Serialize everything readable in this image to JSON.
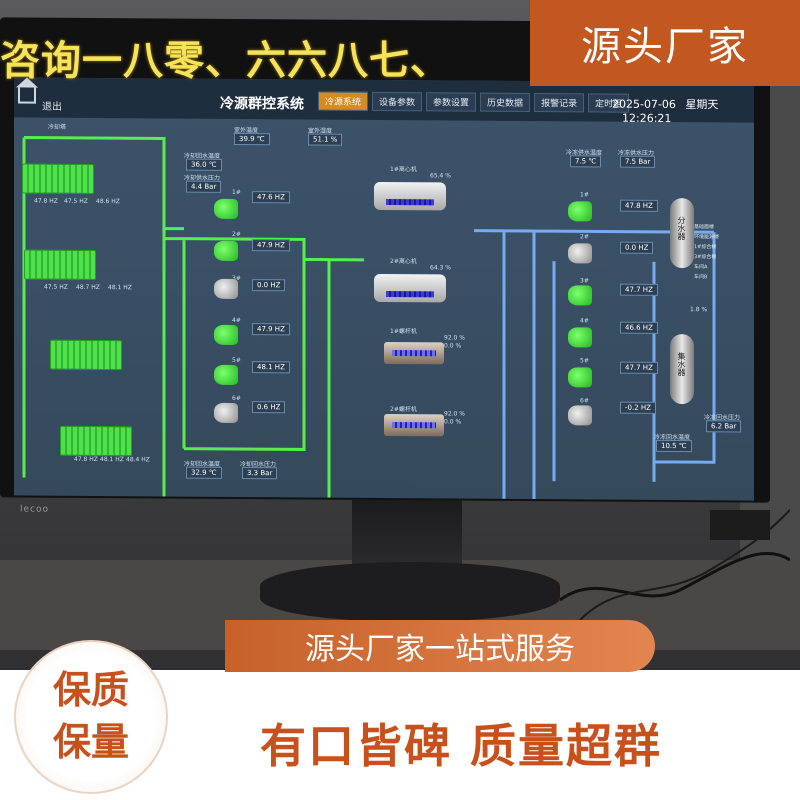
{
  "overlay": {
    "top_text": "咨询一八零、六六八七、",
    "brand_box": "源头厂家",
    "mid_banner": "源头厂家一站式服务",
    "badge_line1": "保质",
    "badge_line2": "保量",
    "slogan": "有口皆碑  质量超群"
  },
  "monitor": {
    "brand": "lecoo"
  },
  "hmi": {
    "exit": "退出",
    "title": "冷源群控系统",
    "tabs": [
      {
        "label": "冷源系统"
      },
      {
        "label": "设备参数"
      },
      {
        "label": "参数设置"
      },
      {
        "label": "历史数据"
      },
      {
        "label": "报警记录"
      },
      {
        "label": "定时组"
      }
    ],
    "date": "2025-07-06",
    "weekday": "星期天",
    "time": "12:26:21",
    "cooling_tower_label": "冷却塔",
    "top_values": {
      "outdoor_temp_label": "室外温度",
      "outdoor_temp": "39.9 ℃",
      "humidity_label": "室外湿度",
      "humidity": "51.1 %"
    },
    "left_params": [
      {
        "label": "冷却回水温度",
        "value": "36.0 ℃"
      },
      {
        "label": "冷却供水压力",
        "value": "4.4 Bar"
      }
    ],
    "bottom_params": [
      {
        "label": "冷却回水温度",
        "value": "32.9 ℃"
      },
      {
        "label": "冷却回水压力",
        "value": "3.3 Bar"
      }
    ],
    "right_params": [
      {
        "label": "冷冻供水温度",
        "value": "7.5 ℃"
      },
      {
        "label": "冷冻供水压力",
        "value": "7.5 Bar"
      }
    ],
    "right_bottom_params": [
      {
        "label": "冷冻回水压力",
        "value": "6.2 Bar"
      },
      {
        "label": "冷冻回水温度",
        "value": "10.5 ℃"
      }
    ],
    "cooling_pumps": [
      {
        "name": "1#",
        "hz": "47.6 HZ"
      },
      {
        "name": "2#",
        "hz": "47.9 HZ"
      },
      {
        "name": "3#",
        "hz": "0.0 HZ"
      },
      {
        "name": "4#",
        "hz": "47.9 HZ"
      },
      {
        "name": "5#",
        "hz": "48.1 HZ"
      },
      {
        "name": "6#",
        "hz": "0.6 HZ"
      }
    ],
    "chilled_pumps": [
      {
        "name": "1#",
        "hz": "47.8 HZ"
      },
      {
        "name": "2#",
        "hz": "0.0 HZ"
      },
      {
        "name": "3#",
        "hz": "47.7 HZ"
      },
      {
        "name": "4#",
        "hz": "46.6 HZ"
      },
      {
        "name": "5#",
        "hz": "47.7 HZ"
      },
      {
        "name": "6#",
        "hz": "-0.2 HZ"
      }
    ],
    "chillers": [
      {
        "name": "1#离心机",
        "pct": "65.4 %"
      },
      {
        "name": "2#离心机",
        "pct": "64.3 %"
      },
      {
        "name": "1#螺杆机",
        "pct": "92.0 %",
        "pct2": "0.0 %"
      },
      {
        "name": "2#螺杆机",
        "pct": "92.0 %",
        "pct2": "0.0 %"
      }
    ],
    "tower_hz": [
      [
        "47.8 HZ",
        "47.5 HZ",
        "48.6 HZ"
      ],
      [
        "47.5 HZ",
        "48.7 HZ",
        "48.1 HZ"
      ]
    ],
    "tower_hz_bottom": [
      "47.8 HZ",
      "48.1 HZ",
      "48.4 HZ"
    ],
    "vessel_top": "分水器",
    "vessel_bottom": "集水器",
    "valve_pct": "1.8 %",
    "legend": [
      "基础面楼",
      "环境能源楼",
      "1#综合楼",
      "3#综合楼",
      "车间A",
      "车间B"
    ]
  }
}
